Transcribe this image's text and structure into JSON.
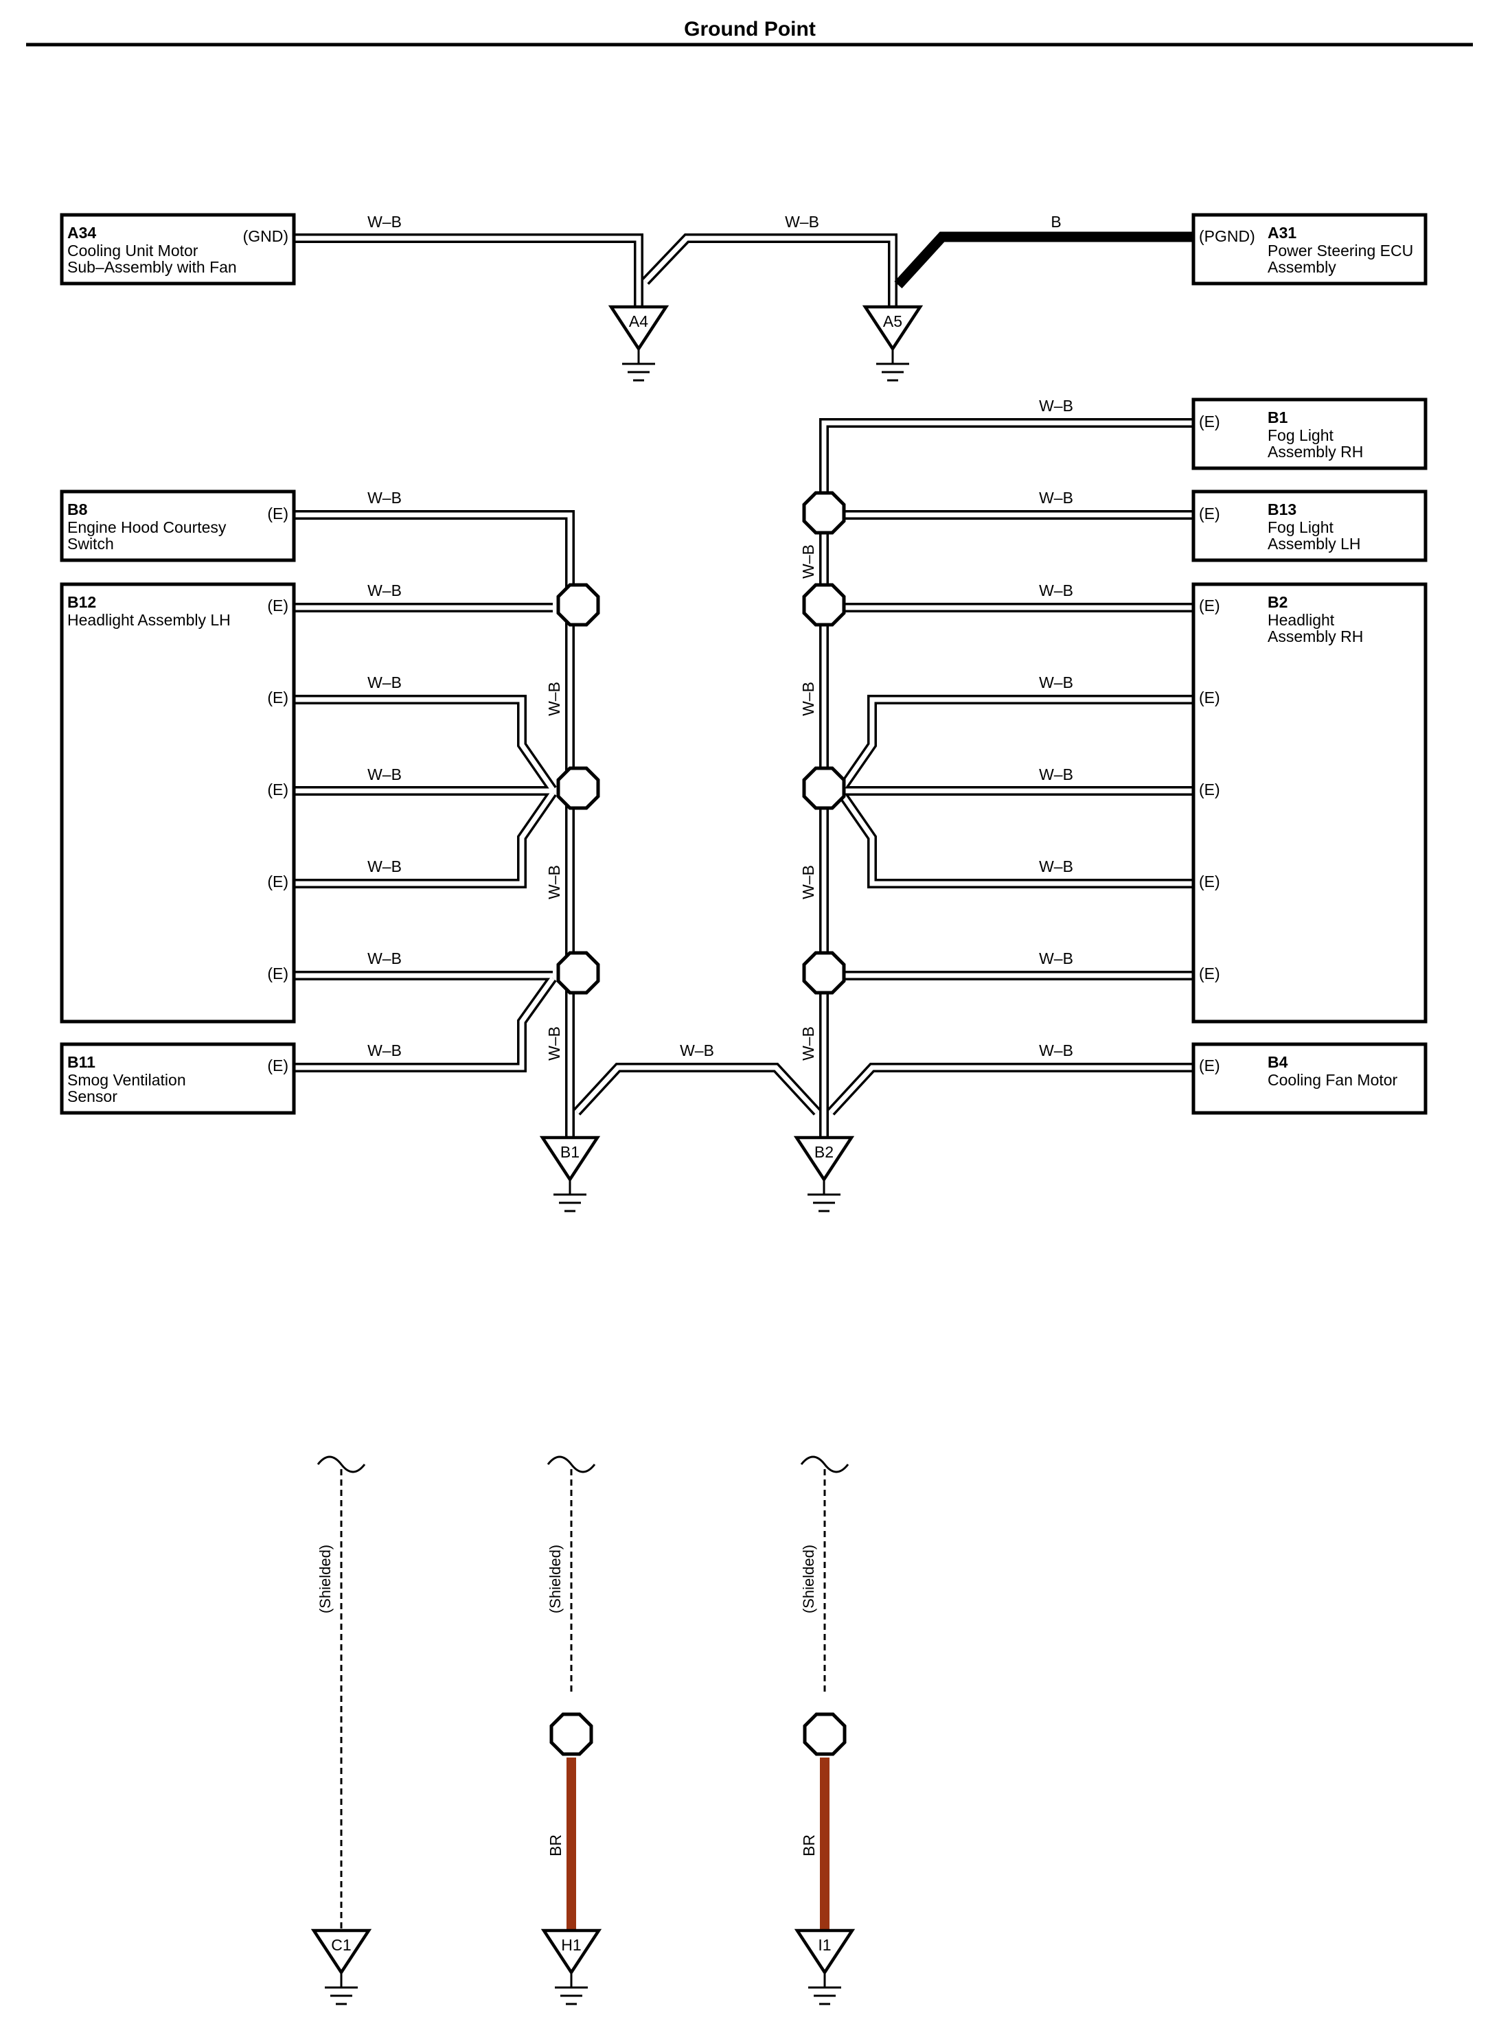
{
  "page": {
    "title": "Ground Point"
  },
  "colors": {
    "ink": "#000000",
    "paper": "#ffffff",
    "brown_wire": "#9b3412"
  },
  "icons": {
    "splice": "octagon-splice-icon",
    "ground": "ground-symbol-icon",
    "shield_break": "tilde-break-icon"
  },
  "components": {
    "a34": {
      "code": "A34",
      "line1": "Cooling Unit Motor",
      "line2": "Sub–Assembly with Fan",
      "pin": "(GND)"
    },
    "a31": {
      "code": "A31",
      "line1": "Power Steering ECU",
      "line2": "Assembly",
      "pin": "(PGND)"
    },
    "b1": {
      "code": "B1",
      "line1": "Fog Light",
      "line2": "Assembly RH",
      "pin": "(E)"
    },
    "b8": {
      "code": "B8",
      "line1": "Engine Hood Courtesy",
      "line2": "Switch",
      "pin": "(E)"
    },
    "b13": {
      "code": "B13",
      "line1": "Fog Light",
      "line2": "Assembly LH",
      "pin": "(E)"
    },
    "b12": {
      "code": "B12",
      "line1": "Headlight Assembly LH",
      "pin": "(E)"
    },
    "b2": {
      "code": "B2",
      "line1": "Headlight",
      "line2": "Assembly RH",
      "pin": "(E)"
    },
    "b11": {
      "code": "B11",
      "line1": "Smog Ventilation",
      "line2": "Sensor",
      "pin": "(E)"
    },
    "b4": {
      "code": "B4",
      "line1": "Cooling Fan Motor",
      "pin": "(E)"
    }
  },
  "wires": {
    "wb": "W–B",
    "b": "B",
    "br": "BR",
    "shielded": "(Shielded)"
  },
  "grounds": {
    "a4": "A4",
    "a5": "A5",
    "b1": "B1",
    "b2": "B2",
    "c1": "C1",
    "h1": "H1",
    "i1": "I1"
  }
}
